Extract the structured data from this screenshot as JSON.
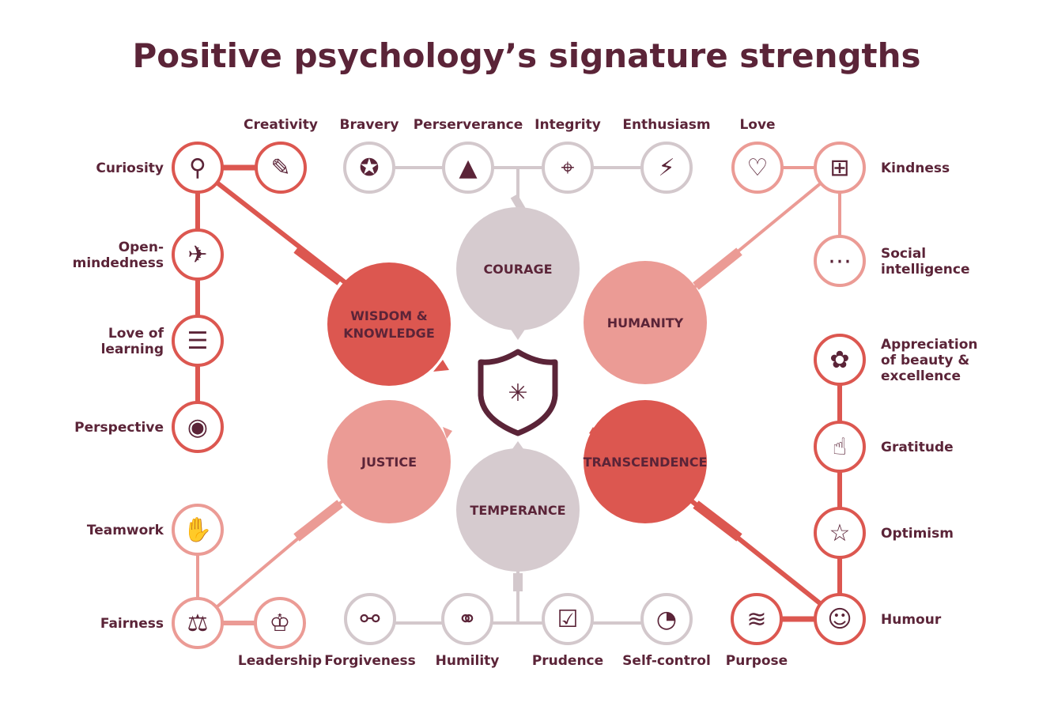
{
  "title": "Positive psychology’s signature strengths",
  "colors": {
    "red": "#dc5750",
    "pink": "#eb9b95",
    "grey": "#d6cbcf",
    "text": "#5b2438"
  },
  "virtues": [
    {
      "name": "WISDOM &",
      "name2": "KNOWLEDGE",
      "color": "red"
    },
    {
      "name": "COURAGE",
      "color": "grey"
    },
    {
      "name": "HUMANITY",
      "color": "pink"
    },
    {
      "name": "JUSTICE",
      "color": "pink"
    },
    {
      "name": "TEMPERANCE",
      "color": "grey"
    },
    {
      "name": "TRANSCENDENCE",
      "color": "red"
    }
  ],
  "center_icon": "shield-icon",
  "strengths": [
    {
      "label": "Curiosity",
      "icon": "magnifier-icon",
      "color": "red"
    },
    {
      "label": "Creativity",
      "icon": "palette-icon",
      "color": "red"
    },
    {
      "label": "Open-",
      "label2": "mindedness",
      "icon": "paper-plane-icon",
      "color": "red"
    },
    {
      "label": "Love of",
      "label2": "learning",
      "icon": "book-icon",
      "color": "red"
    },
    {
      "label": "Perspective",
      "icon": "eye-icon",
      "color": "red"
    },
    {
      "label": "Bravery",
      "icon": "medal-icon",
      "color": "grey"
    },
    {
      "label": "Perserverance",
      "icon": "mountain-flag-icon",
      "color": "grey"
    },
    {
      "label": "Integrity",
      "icon": "compass-icon",
      "color": "grey"
    },
    {
      "label": "Enthusiasm",
      "icon": "lightning-icon",
      "color": "grey"
    },
    {
      "label": "Love",
      "icon": "heart-icon",
      "color": "pink"
    },
    {
      "label": "Kindness",
      "icon": "gift-hand-icon",
      "color": "pink"
    },
    {
      "label": "Social",
      "label2": "intelligence",
      "icon": "chat-bubble-icon",
      "color": "pink"
    },
    {
      "label": "Appreciation",
      "label2": "of beauty &",
      "label3": "excellence",
      "icon": "flower-icon",
      "color": "red"
    },
    {
      "label": "Gratitude",
      "icon": "thumbs-up-icon",
      "color": "red"
    },
    {
      "label": "Optimism",
      "icon": "star-icon",
      "color": "red"
    },
    {
      "label": "Humour",
      "icon": "theatre-mask-icon",
      "color": "red"
    },
    {
      "label": "Purpose",
      "icon": "waves-icon",
      "color": "red"
    },
    {
      "label": "Teamwork",
      "icon": "stacked-hands-icon",
      "color": "pink"
    },
    {
      "label": "Fairness",
      "icon": "scales-icon",
      "color": "pink"
    },
    {
      "label": "Leadership",
      "icon": "chess-king-icon",
      "color": "pink"
    },
    {
      "label": "Forgiveness",
      "icon": "handshake-icon",
      "color": "grey"
    },
    {
      "label": "Humility",
      "icon": "chain-link-icon",
      "color": "grey"
    },
    {
      "label": "Prudence",
      "icon": "document-check-icon",
      "color": "grey"
    },
    {
      "label": "Self-control",
      "icon": "gauge-icon",
      "color": "grey"
    }
  ]
}
